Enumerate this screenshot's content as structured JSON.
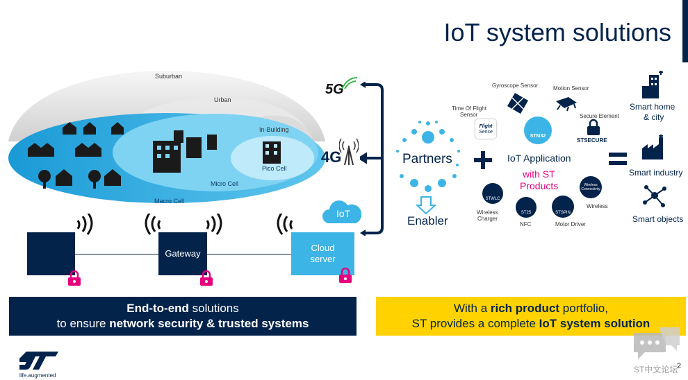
{
  "slide": {
    "title": "IoT system solutions",
    "page_number": "2",
    "watermark": "ST中文论坛",
    "logo_tagline": "life.augmented",
    "logo_text": "ST"
  },
  "coverage": {
    "zones": [
      "Suburban",
      "Urban",
      "In-Building"
    ],
    "cells": [
      "Macro Cell",
      "Micro Cell",
      "Pico Cell"
    ]
  },
  "connectivity": [
    "5G",
    "4G",
    "IoT"
  ],
  "network": {
    "gateway": "Gateway",
    "cloud_line1": "Cloud",
    "cloud_line2": "server"
  },
  "ecosystem": {
    "partners": "Partners",
    "enabler": "Enabler",
    "app_title": "IoT Application",
    "app_with_1": "with ST",
    "app_with_2": "Products",
    "sensors": [
      "Gyroscope Sensor",
      "Motion Sensor",
      "Time Of Flight",
      "Sensor",
      "Secure Element"
    ],
    "brands": [
      "Flight",
      "Sense",
      "STM32",
      "STSECURE",
      "STWLC",
      "ST25",
      "STSPIN",
      "Wireless",
      "Connectivity"
    ],
    "product_labels": [
      "Wireless",
      "Charger",
      "NFC",
      "Motor Driver",
      "Wireless"
    ]
  },
  "outcomes": [
    {
      "line1": "Smart home",
      "line2": "& city"
    },
    {
      "line1": "Smart industry",
      "line2": ""
    },
    {
      "line1": "Smart objects",
      "line2": ""
    }
  ],
  "banner_left": {
    "l1_bold": "End-to-end",
    "l1_rest": " solutions",
    "l2_pre": "to ensure ",
    "l2_bold": "network security & trusted systems"
  },
  "banner_right": {
    "l1_pre": "With a ",
    "l1_bold": "rich product",
    "l1_rest": " portfolio,",
    "l2_pre": "ST provides a complete ",
    "l2_bold": "IoT system solution"
  },
  "colors": {
    "navy": "#03234b",
    "light_blue": "#3cb4e6",
    "magenta": "#e6007e",
    "yellow": "#ffd200"
  }
}
